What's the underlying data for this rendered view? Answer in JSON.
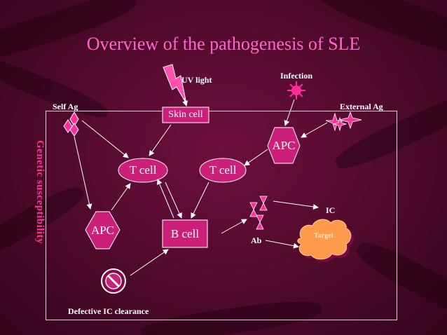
{
  "title": "Overview of the pathogenesis of SLE",
  "side_label": "Genetic susceptibility",
  "labels": {
    "uv_light": "UV light",
    "infection": "Infection",
    "self_ag": "Self Ag",
    "external_ag": "External Ag",
    "ic": "IC",
    "ab": "Ab",
    "defective_ic": "Defective IC clearance"
  },
  "nodes": {
    "skin_cell": "Skin cell",
    "apc_top": "APC",
    "t_cell_left": "T cell",
    "t_cell_right": "T cell",
    "apc_bottom": "APC",
    "b_cell": "B cell",
    "target": "Target"
  },
  "colors": {
    "node_fill": "#cc1f7a",
    "title": "#ff66cc",
    "side_label": "#ff3399",
    "background": "#56092f"
  },
  "icons": [
    "lightning-icon",
    "sun-icon",
    "self-antigen-icon",
    "external-antigen-icon",
    "immune-complex-icon",
    "prohibited-icon",
    "cloud-icon"
  ]
}
